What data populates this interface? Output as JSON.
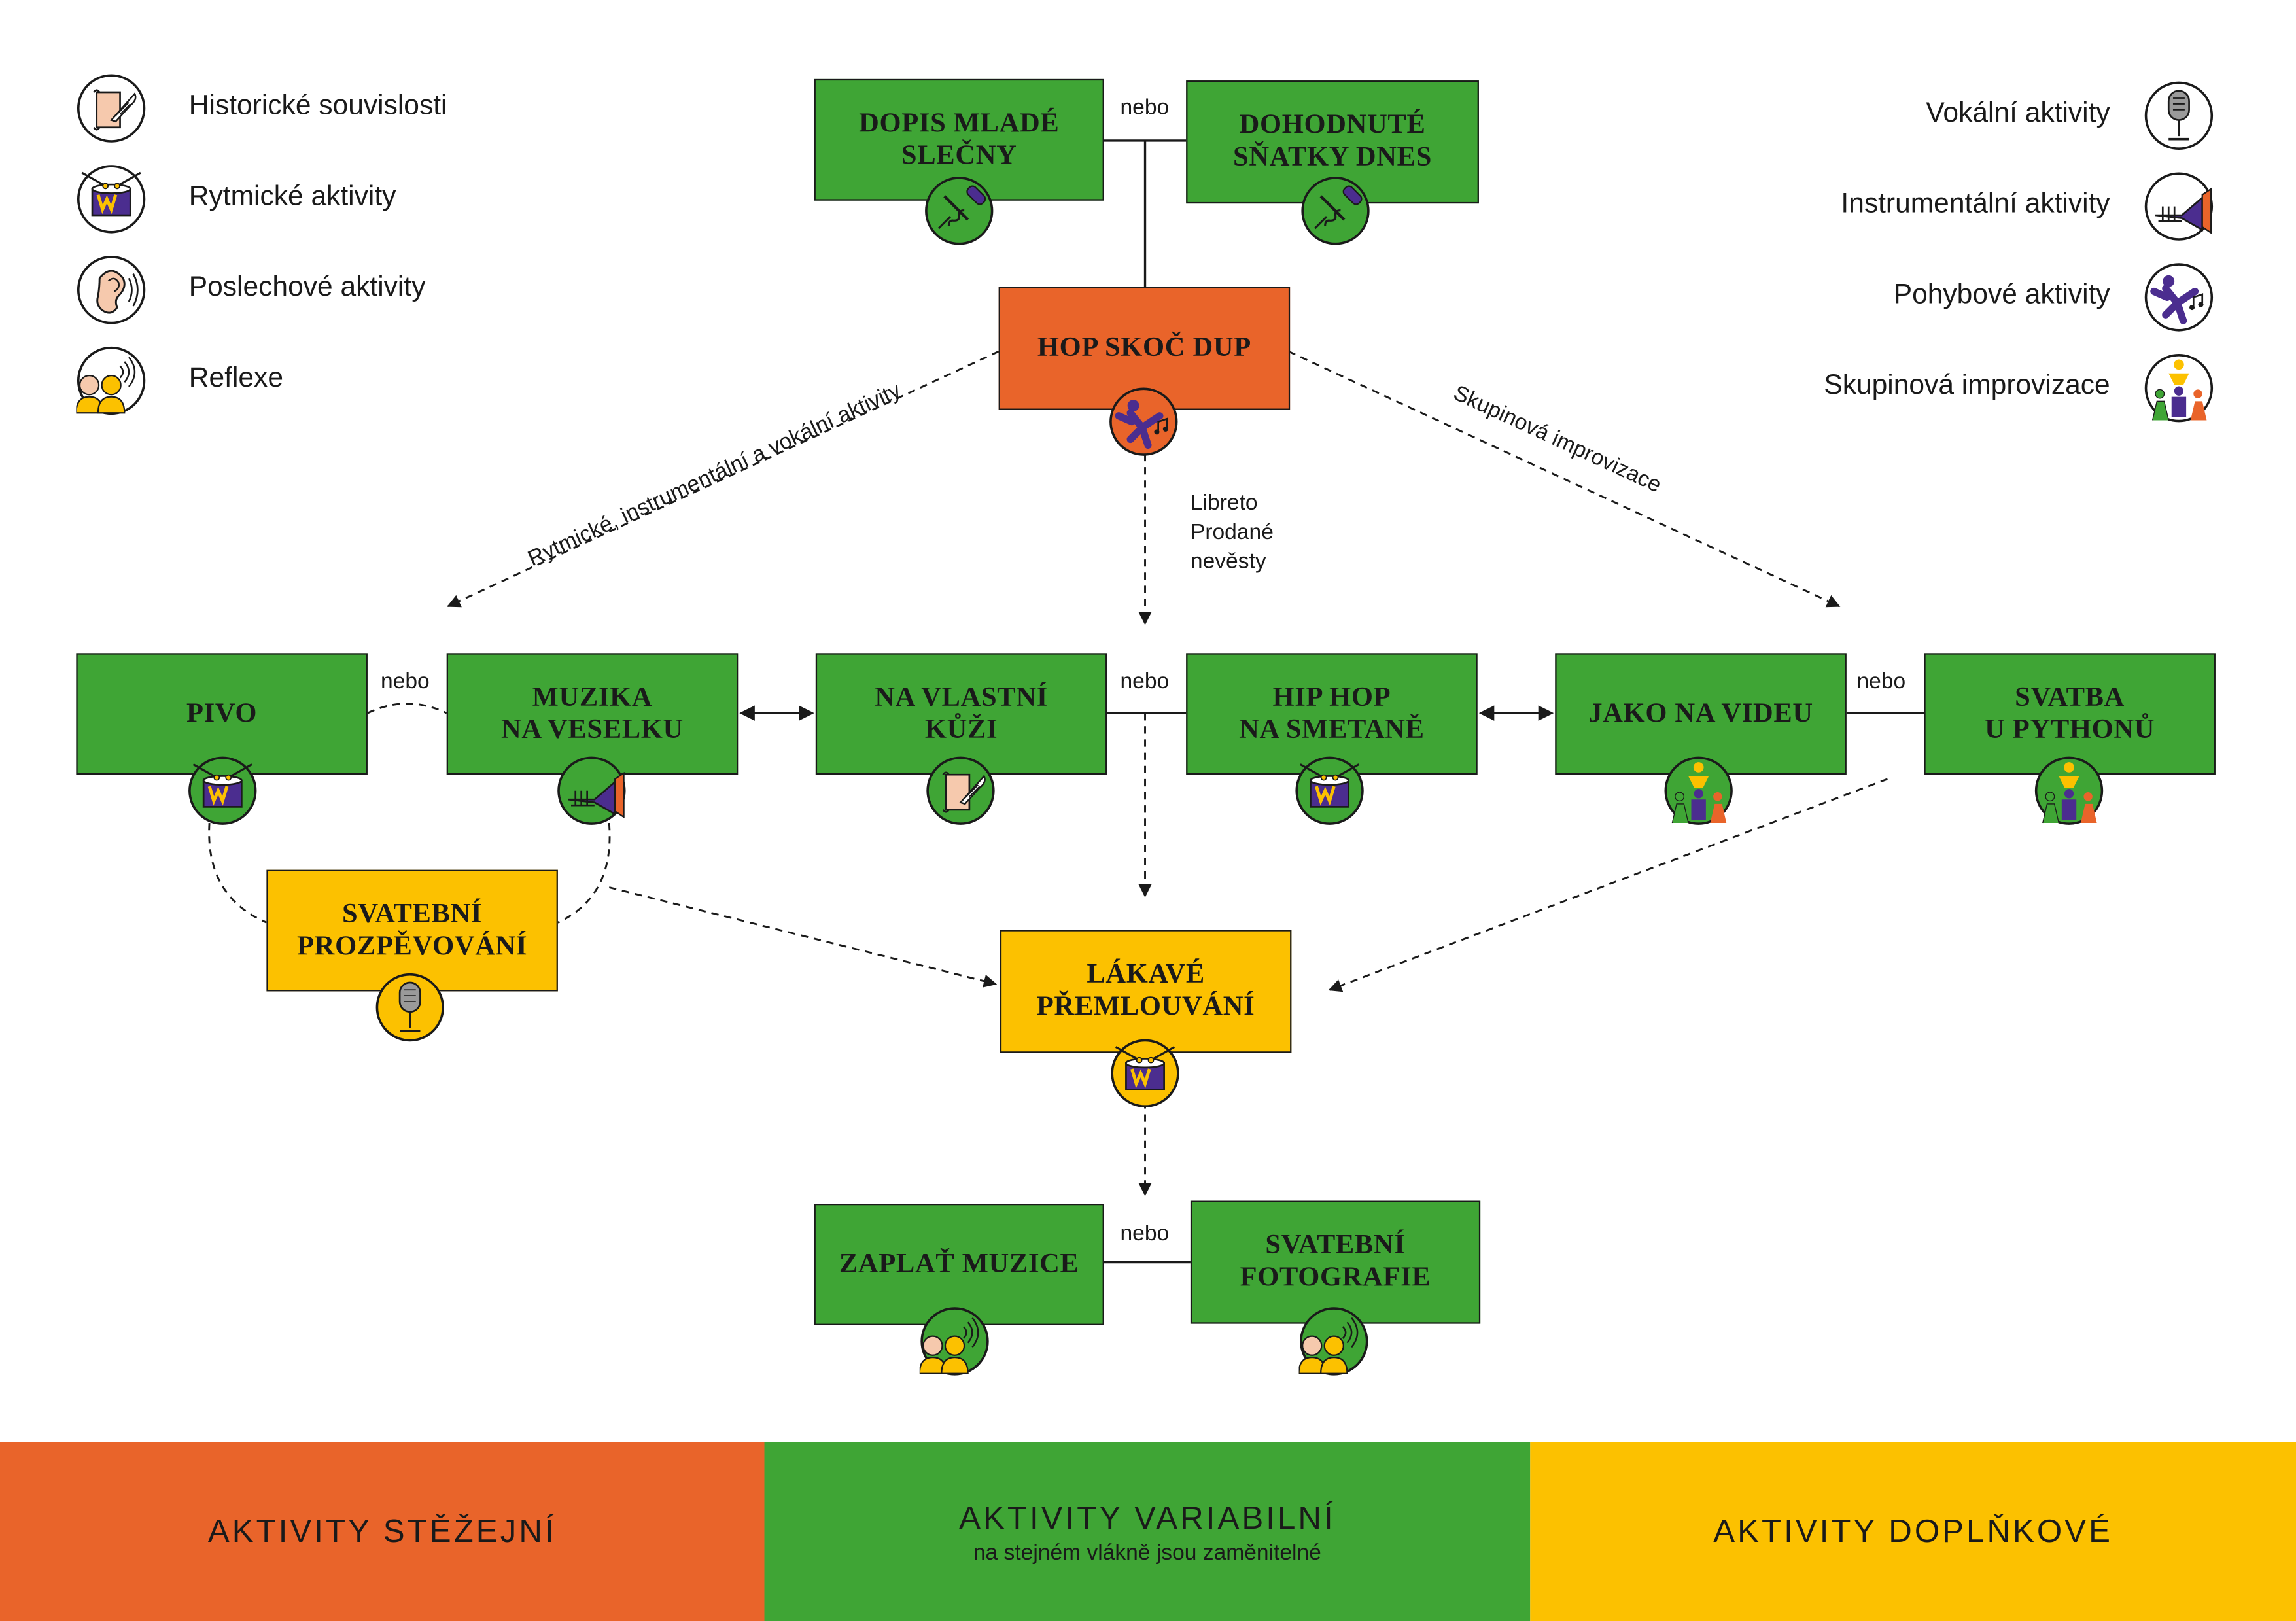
{
  "legend_left": [
    {
      "icon": "scroll-quill-icon",
      "label": "Historické souvislosti"
    },
    {
      "icon": "drum-icon",
      "label": "Rytmické aktivity"
    },
    {
      "icon": "ear-icon",
      "label": "Poslechové aktivity"
    },
    {
      "icon": "two-people-talking-icon",
      "label": "Reflexe"
    }
  ],
  "legend_right": [
    {
      "icon": "microphone-icon",
      "label": "Vokální aktivity"
    },
    {
      "icon": "trumpet-icon",
      "label": "Instrumentální aktivity"
    },
    {
      "icon": "dancer-icon",
      "label": "Pohybové aktivity"
    },
    {
      "icon": "group-figures-icon",
      "label": "Skupinová improvizace"
    }
  ],
  "nodes": {
    "dopis": {
      "label": "DOPIS MLADÉ\nSLEČNY",
      "category": "variabilní",
      "icon": "corkscrew-icon"
    },
    "dohodnute": {
      "label": "DOHODNUTÉ\nSŇATKY DNES",
      "category": "variabilní",
      "icon": "corkscrew-icon"
    },
    "hop": {
      "label": "HOP SKOČ DUP",
      "category": "stěžejní",
      "icon": "dancer-icon"
    },
    "pivo": {
      "label": "PIVO",
      "category": "variabilní",
      "icon": "drum-icon"
    },
    "muzika": {
      "label": "MUZIKA\nNA VESELKU",
      "category": "variabilní",
      "icon": "trumpet-icon"
    },
    "kuzi": {
      "label": "NA VLASTNÍ\nKŮŽI",
      "category": "variabilní",
      "icon": "scroll-quill-icon"
    },
    "hiphop": {
      "label": "HIP HOP\nNA SMETANĚ",
      "category": "variabilní",
      "icon": "drum-icon"
    },
    "video": {
      "label": "JAKO NA VIDEU",
      "category": "variabilní",
      "icon": "group-figures-icon"
    },
    "python": {
      "label": "SVATBA\nU PYTHONŮ",
      "category": "variabilní",
      "icon": "group-figures-icon"
    },
    "prozpevovani": {
      "label": "SVATEBNÍ\nPROZPĚVOVÁNÍ",
      "category": "doplňkové",
      "icon": "microphone-icon"
    },
    "premlouvani": {
      "label": "LÁKAVÉ\nPŘEMLOUVÁNÍ",
      "category": "doplňkové",
      "icon": "drum-icon"
    },
    "zaplat": {
      "label": "ZAPLAŤ MUZICE",
      "category": "variabilní",
      "icon": "two-people-talking-icon"
    },
    "foto": {
      "label": "SVATEBNÍ\nFOTOGRAFIE",
      "category": "variabilní",
      "icon": "two-people-talking-icon"
    }
  },
  "connector_labels": {
    "nebo": "nebo",
    "left_path": "Rytmické, instrumentální a vokální aktivity",
    "right_path": "Skupinová improvizace",
    "center_path": "Libreto\nProdané\nnevěsty"
  },
  "footer": {
    "core": "AKTIVITY STĚŽEJNÍ",
    "variable": "AKTIVITY VARIABILNÍ",
    "variable_note": "na stejném vlákně jsou zaměnitelné",
    "supplementary": "AKTIVITY DOPLŇKOVÉ"
  },
  "colors": {
    "core": "#e9642a",
    "variable": "#3fa535",
    "supplementary": "#fcc100",
    "icon_purple": "#4b2d8f"
  }
}
